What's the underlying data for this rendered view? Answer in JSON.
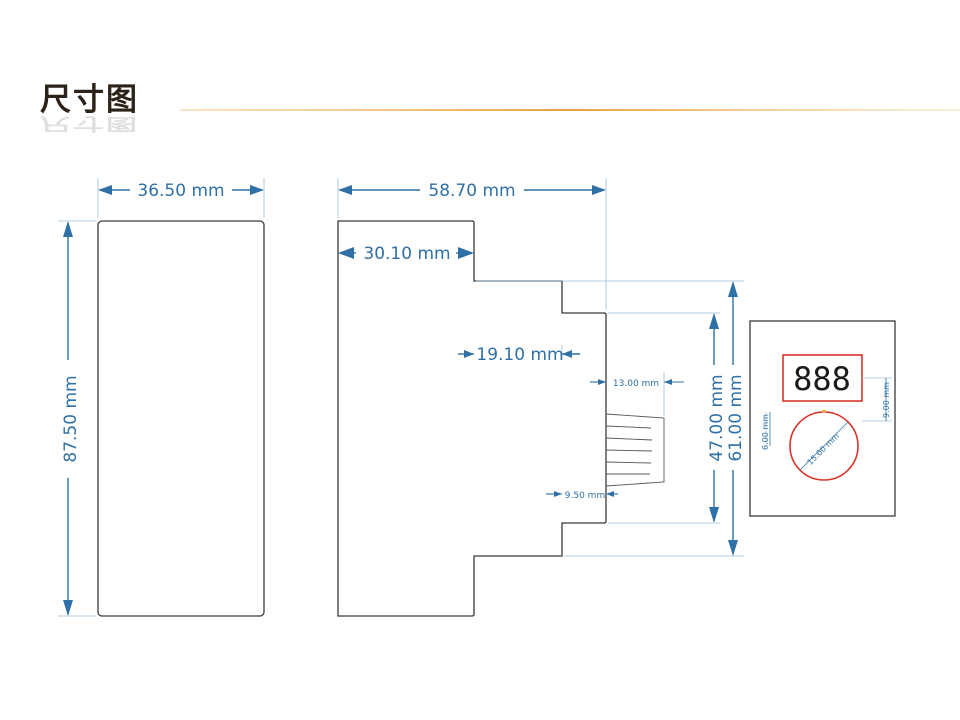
{
  "title": "尺寸图",
  "colors": {
    "dimension": "#2f70a6",
    "extension": "#9dbcd8",
    "outline": "#3a3a3a",
    "display_box": "#d8342c",
    "title_line": "#e8a13a"
  },
  "dimensions": {
    "front_width": "36.50 mm",
    "front_height": "87.50 mm",
    "side_total_width": "58.70 mm",
    "side_upper_width": "30.10 mm",
    "side_step_width": "19.10 mm",
    "knob_width": "13.00 mm",
    "knob_offset": "9.50 mm",
    "face_height": "47.00 mm",
    "step_height": "61.00 mm"
  },
  "panel": {
    "display_digits": "888",
    "display_height": "9.00 mm",
    "knob_diameter": "15.00 mm",
    "knob_gap": "6.00 mm"
  }
}
